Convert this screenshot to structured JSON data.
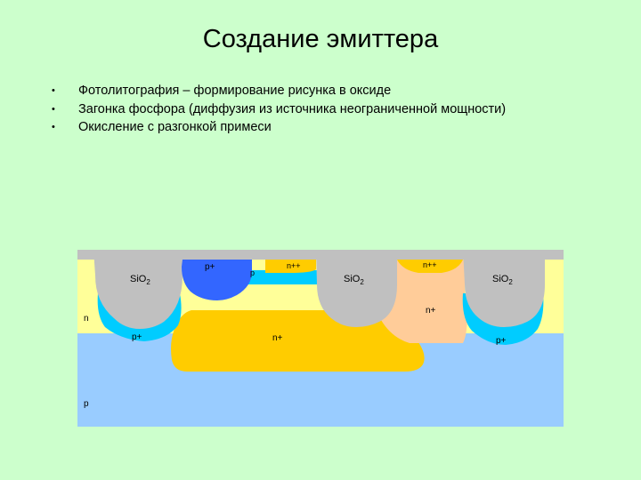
{
  "title": "Создание эмиттера",
  "bullets": [
    "Фотолитография – формирование рисунка в оксиде",
    "Загонка фосфора (диффузия из источника неограниченной мощности)",
    "Окисление с разгонкой примеси"
  ],
  "bullet_symbol": "•",
  "diagram": {
    "labels": {
      "sio2_1": "SiO",
      "sio2_2": "SiO",
      "sio2_3": "SiO",
      "sio2_sub": "2",
      "p_plus_base": "p+",
      "p_small": "p",
      "n_pp_emitter": "n++",
      "n_pp_contact": "n++",
      "n_region": "n",
      "p_plus_left": "p+",
      "n_plus_buried": "n+",
      "n_plus_collector": "n+",
      "p_plus_right": "p+",
      "p_substrate": "p"
    },
    "colors": {
      "background": "#ccffcc",
      "substrate_p": "#99ccff",
      "epi_n": "#ffff99",
      "oxide": "#c0c0c0",
      "p_plus_isolation": "#00ccff",
      "p_plus_base": "#3366ff",
      "buried_n_plus": "#ffcc00",
      "collector_n_plus": "#ffcc99"
    }
  }
}
